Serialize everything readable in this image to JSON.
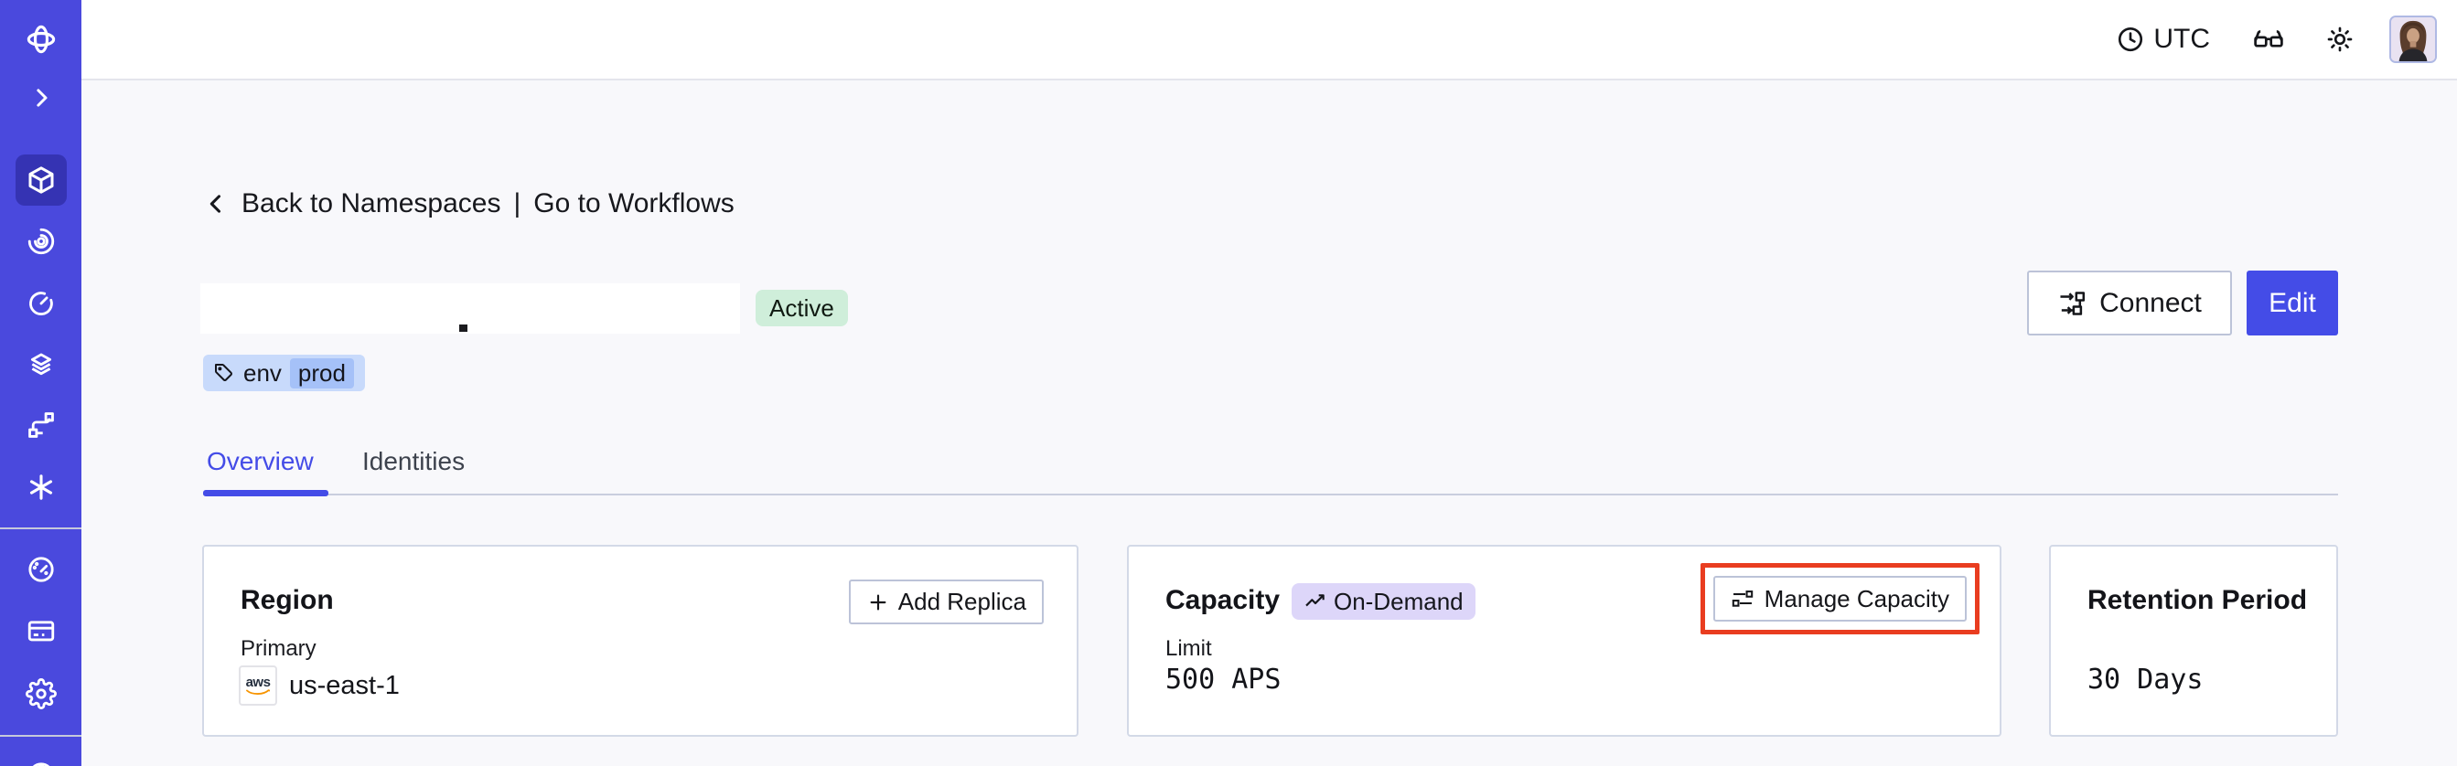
{
  "header": {
    "timezone": "UTC",
    "icons": [
      "clock-icon",
      "glasses-icon",
      "sun-icon"
    ],
    "avatar": "user-avatar"
  },
  "sidebar": {
    "items": [
      {
        "icon": "temporal-logo-icon"
      },
      {
        "icon": "chevron-right-icon"
      },
      {
        "icon": "namespaces-cube-icon",
        "active": true
      },
      {
        "icon": "workflows-spiral-icon"
      },
      {
        "icon": "schedules-timer-icon"
      },
      {
        "icon": "deployments-layers-icon"
      },
      {
        "icon": "pipelines-branch-icon"
      },
      {
        "icon": "nexus-asterisk-icon"
      },
      {
        "icon": "usage-gauge-icon"
      },
      {
        "icon": "billing-card-icon"
      },
      {
        "icon": "settings-gear-icon"
      },
      {
        "icon": "globe-icon"
      }
    ]
  },
  "breadcrumb": {
    "back": "Back to Namespaces",
    "separator": "|",
    "forward": "Go to Workflows"
  },
  "namespace": {
    "status": "Active",
    "tag_key": "env",
    "tag_value": "prod"
  },
  "actions": {
    "connect": "Connect",
    "edit": "Edit"
  },
  "tabs": {
    "overview": "Overview",
    "identities": "Identities"
  },
  "cards": {
    "region": {
      "title": "Region",
      "action": "Add Replica",
      "label": "Primary",
      "provider": "aws",
      "value": "us-east-1"
    },
    "capacity": {
      "title": "Capacity",
      "badge": "On-Demand",
      "action": "Manage Capacity",
      "label": "Limit",
      "value": "500 APS"
    },
    "retention": {
      "title": "Retention Period",
      "value": "30 Days"
    }
  },
  "colors": {
    "accent": "#444ce7",
    "sidebar": "#4a49dd",
    "status_badge_bg": "#cfeeda",
    "tag_bg": "#c8dafb",
    "tag_inner_bg": "#a5c1f8",
    "ondemand_bg": "#ddd6f9",
    "annotation_red": "#e93d20",
    "aws_orange": "#f79400"
  }
}
